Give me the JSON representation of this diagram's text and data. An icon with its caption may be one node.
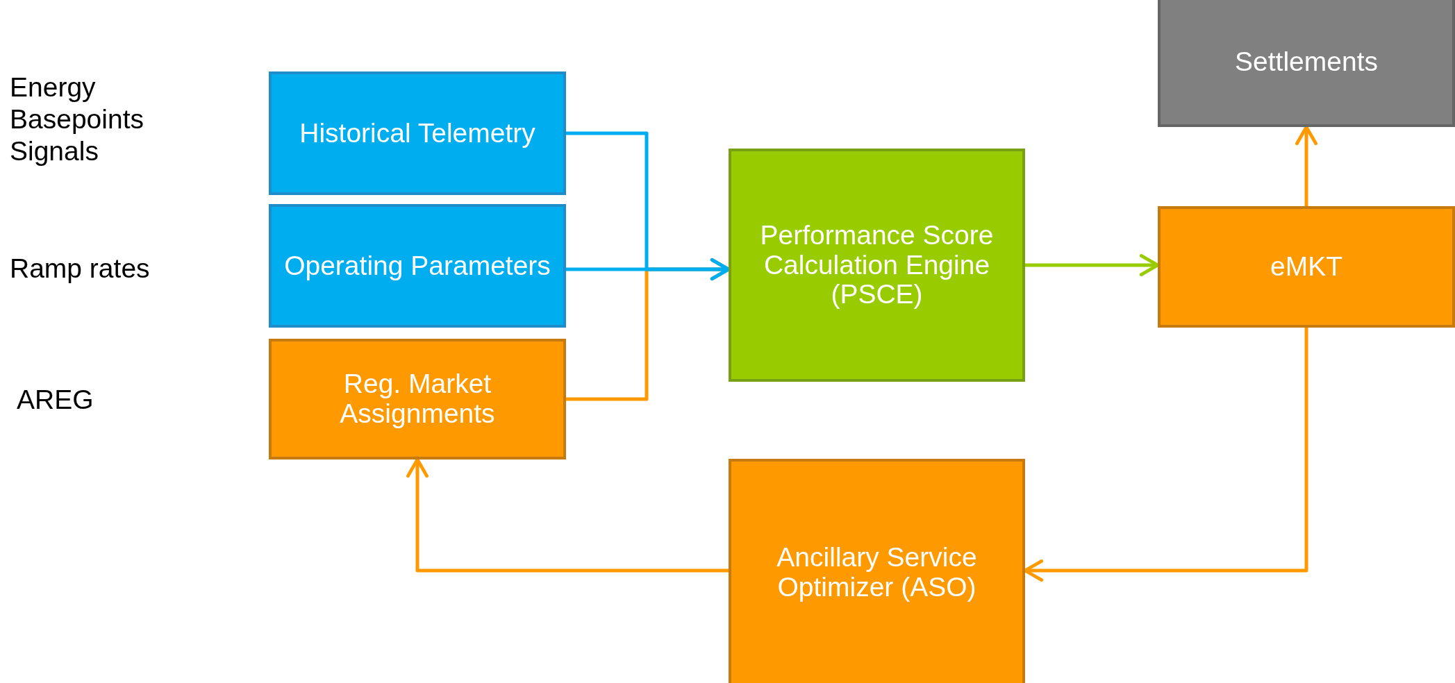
{
  "diagram": {
    "nodes": [
      {
        "text": [
          "Historical Telemetry"
        ]
      },
      {
        "text": [
          "Operating Parameters"
        ]
      },
      {
        "text": [
          "Reg. Market Assignments"
        ]
      },
      {
        "text": [
          "Performance Score Calculation Engine (PSCE)"
        ]
      },
      {
        "text": [
          "Settlements"
        ]
      },
      {
        "text": [
          "eMKT"
        ]
      },
      {
        "text": [
          "Ancillary Service Optimizer (ASO)"
        ]
      }
    ],
    "edges": [
      {
        "from": 2,
        "to": 3,
        "arrow": "to"
      },
      {
        "from": 0,
        "to": 3,
        "arrow": "to",
        "color": "#00aeef"
      },
      {
        "from": 1,
        "to": 3,
        "arrow": "to",
        "color": "#00aeef"
      },
      {
        "from": 3,
        "to": 5,
        "arrow": "to",
        "color": "#99cc00"
      },
      {
        "from": 5,
        "to": 4,
        "arrow": "to"
      },
      {
        "from": 5,
        "to": 6,
        "arrow": "to"
      },
      {
        "from": 6,
        "to": 2,
        "arrow": "to"
      }
    ],
    "labels": [
      "Energy Basepoints Signals",
      "Ramp rates",
      "AREG"
    ]
  }
}
